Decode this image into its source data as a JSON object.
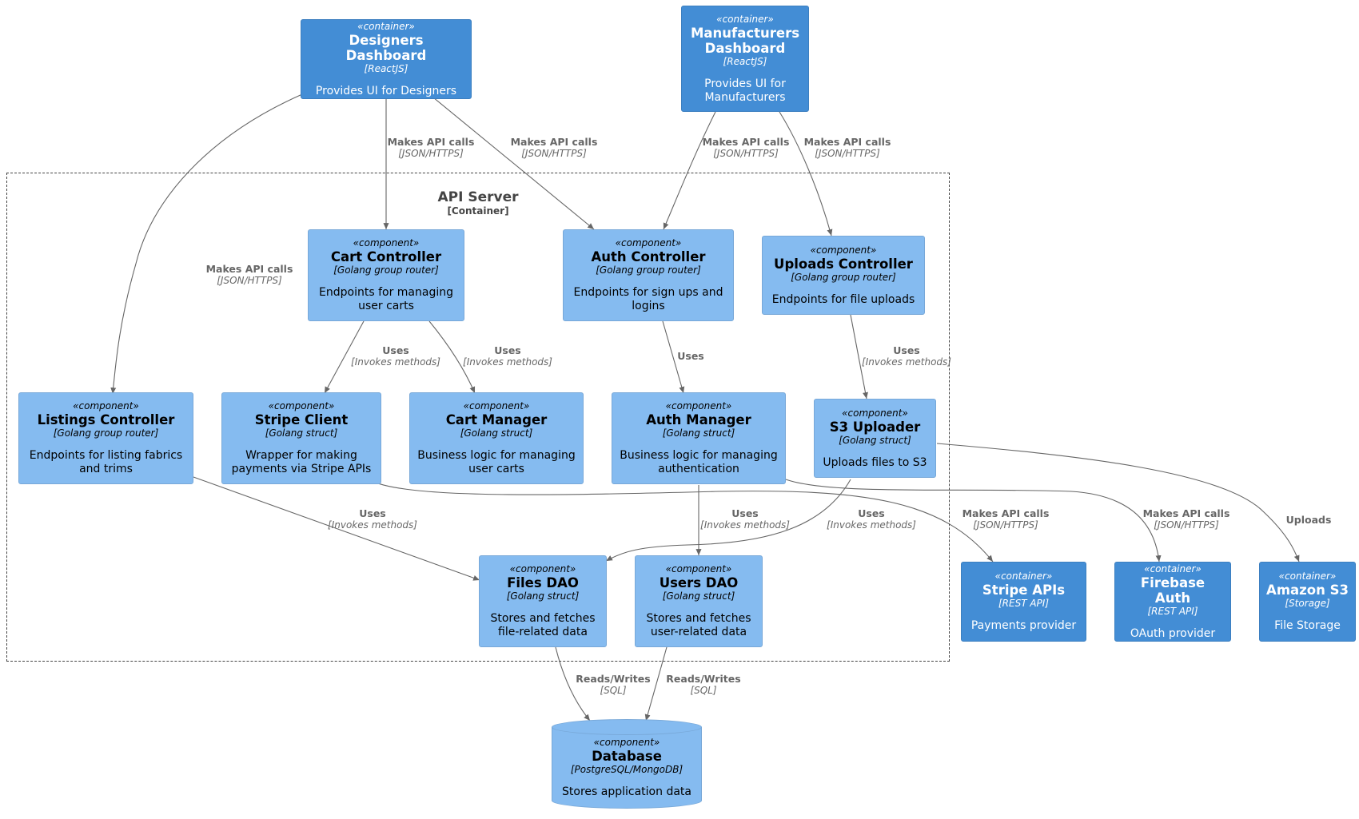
{
  "boundary": {
    "title": "API Server",
    "type": "[Container]"
  },
  "nodes": {
    "designers_dashboard": {
      "stereotype": "«container»",
      "name": "Designers Dashboard",
      "tech": "[ReactJS]",
      "desc": "Provides UI for Designers"
    },
    "manufacturers_dashboard": {
      "stereotype": "«container»",
      "name": "Manufacturers Dashboard",
      "tech": "[ReactJS]",
      "desc": "Provides UI for Manufacturers"
    },
    "cart_controller": {
      "stereotype": "«component»",
      "name": "Cart Controller",
      "tech": "[Golang group router]",
      "desc": "Endpoints for managing user carts"
    },
    "auth_controller": {
      "stereotype": "«component»",
      "name": "Auth Controller",
      "tech": "[Golang group router]",
      "desc": "Endpoints for sign ups and logins"
    },
    "uploads_controller": {
      "stereotype": "«component»",
      "name": "Uploads Controller",
      "tech": "[Golang group router]",
      "desc": "Endpoints for file uploads"
    },
    "listings_controller": {
      "stereotype": "«component»",
      "name": "Listings Controller",
      "tech": "[Golang group router]",
      "desc": "Endpoints for listing fabrics and trims"
    },
    "stripe_client": {
      "stereotype": "«component»",
      "name": "Stripe Client",
      "tech": "[Golang struct]",
      "desc": "Wrapper for making payments via Stripe APIs"
    },
    "cart_manager": {
      "stereotype": "«component»",
      "name": "Cart Manager",
      "tech": "[Golang struct]",
      "desc": "Business logic for managing user carts"
    },
    "auth_manager": {
      "stereotype": "«component»",
      "name": "Auth Manager",
      "tech": "[Golang struct]",
      "desc": "Business logic for managing authentication"
    },
    "s3_uploader": {
      "stereotype": "«component»",
      "name": "S3 Uploader",
      "tech": "[Golang struct]",
      "desc": "Uploads files to S3"
    },
    "files_dao": {
      "stereotype": "«component»",
      "name": "Files DAO",
      "tech": "[Golang struct]",
      "desc": "Stores and fetches file-related data"
    },
    "users_dao": {
      "stereotype": "«component»",
      "name": "Users DAO",
      "tech": "[Golang struct]",
      "desc": "Stores and fetches user-related data"
    },
    "stripe_apis": {
      "stereotype": "«container»",
      "name": "Stripe APIs",
      "tech": "[REST API]",
      "desc": "Payments provider"
    },
    "firebase_auth": {
      "stereotype": "«container»",
      "name": "Firebase Auth",
      "tech": "[REST API]",
      "desc": "OAuth provider"
    },
    "amazon_s3": {
      "stereotype": "«container»",
      "name": "Amazon S3",
      "tech": "[Storage]",
      "desc": "File Storage"
    },
    "database": {
      "stereotype": "«component»",
      "name": "Database",
      "tech": "[PostgreSQL/MongoDB]",
      "desc": "Stores application data"
    }
  },
  "edges": [
    {
      "from": "designers_dashboard",
      "to": "listings_controller",
      "label": "Makes API calls",
      "tech": "[JSON/HTTPS]"
    },
    {
      "from": "designers_dashboard",
      "to": "cart_controller",
      "label": "Makes API calls",
      "tech": "[JSON/HTTPS]"
    },
    {
      "from": "designers_dashboard",
      "to": "auth_controller",
      "label": "Makes API calls",
      "tech": "[JSON/HTTPS]"
    },
    {
      "from": "manufacturers_dashboard",
      "to": "auth_controller",
      "label": "Makes API calls",
      "tech": "[JSON/HTTPS]"
    },
    {
      "from": "manufacturers_dashboard",
      "to": "uploads_controller",
      "label": "Makes API calls",
      "tech": "[JSON/HTTPS]"
    },
    {
      "from": "cart_controller",
      "to": "stripe_client",
      "label": "Uses",
      "tech": "[Invokes methods]"
    },
    {
      "from": "cart_controller",
      "to": "cart_manager",
      "label": "Uses",
      "tech": "[Invokes methods]"
    },
    {
      "from": "auth_controller",
      "to": "auth_manager",
      "label": "Uses",
      "tech": ""
    },
    {
      "from": "uploads_controller",
      "to": "s3_uploader",
      "label": "Uses",
      "tech": "[Invokes methods]"
    },
    {
      "from": "listings_controller",
      "to": "files_dao",
      "label": "Uses",
      "tech": "[Invokes methods]"
    },
    {
      "from": "auth_manager",
      "to": "users_dao",
      "label": "Uses",
      "tech": "[Invokes methods]"
    },
    {
      "from": "s3_uploader",
      "to": "files_dao",
      "label": "Uses",
      "tech": "[Invokes methods]"
    },
    {
      "from": "stripe_client",
      "to": "stripe_apis",
      "label": "Makes API calls",
      "tech": "[JSON/HTTPS]"
    },
    {
      "from": "auth_manager",
      "to": "firebase_auth",
      "label": "Makes API calls",
      "tech": "[JSON/HTTPS]"
    },
    {
      "from": "s3_uploader",
      "to": "amazon_s3",
      "label": "Uploads",
      "tech": ""
    },
    {
      "from": "files_dao",
      "to": "database",
      "label": "Reads/Writes",
      "tech": "[SQL]"
    },
    {
      "from": "users_dao",
      "to": "database",
      "label": "Reads/Writes",
      "tech": "[SQL]"
    }
  ]
}
